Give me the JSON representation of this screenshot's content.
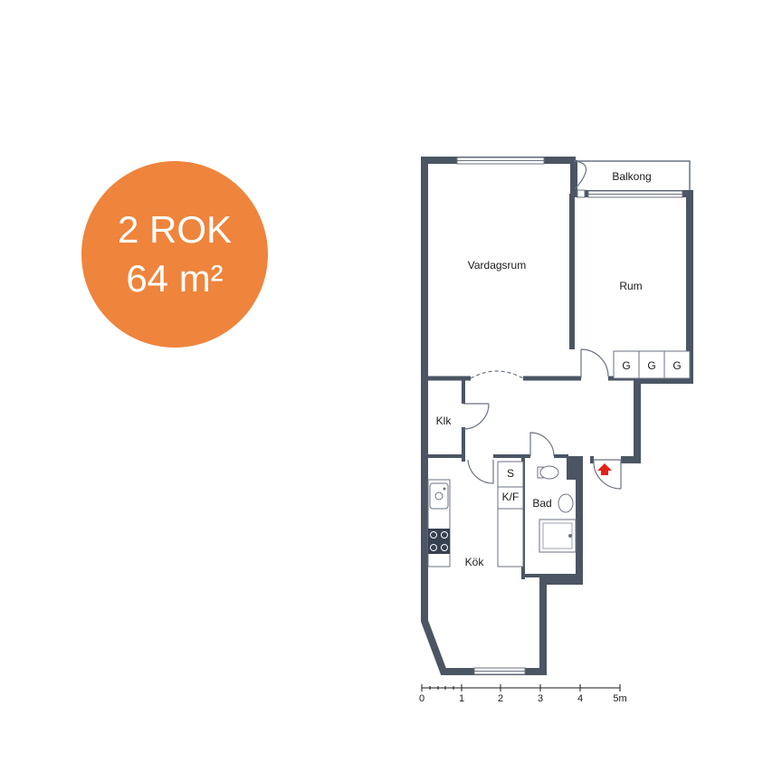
{
  "colors": {
    "wall": "#4b5563",
    "badge": "#ef843c",
    "entrance_arrow": "#e2231a",
    "fixture": "#8a8a8a"
  },
  "badge": {
    "rooms": "2 ROK",
    "area": "64 m²"
  },
  "rooms": {
    "balkong": "Balkong",
    "vardagsrum": "Vardagsrum",
    "rum": "Rum",
    "klk": "Klk",
    "kok": "Kök",
    "bad": "Bad"
  },
  "fixtures": {
    "wardrobe": [
      "G",
      "G",
      "G"
    ],
    "freezer": "S",
    "fridge_freezer": "K/F"
  },
  "scale": {
    "labels": [
      "0",
      "1",
      "2",
      "3",
      "4",
      "5m"
    ]
  }
}
